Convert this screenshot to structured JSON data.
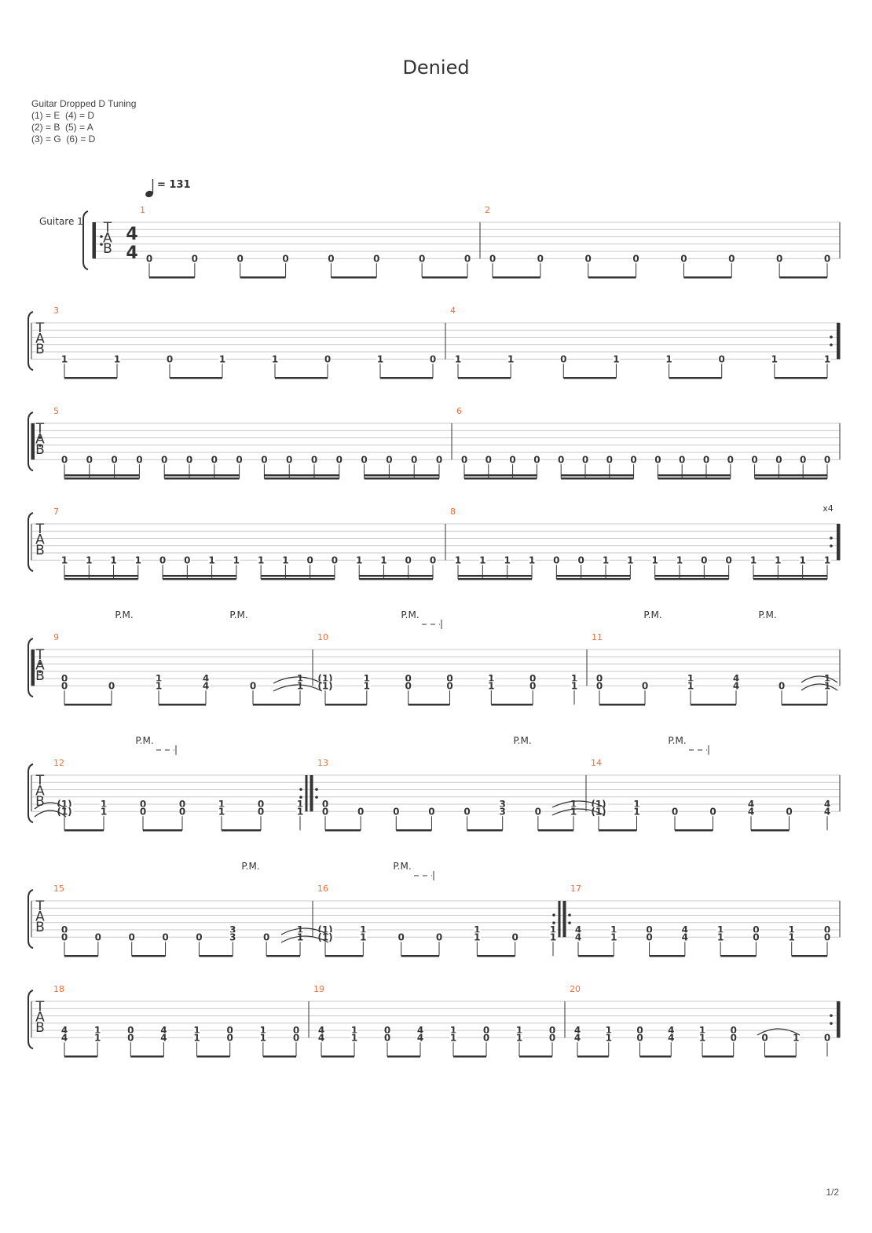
{
  "title": "Denied",
  "tuning": {
    "name": "Guitar Dropped D Tuning",
    "lines": [
      "(1) = E  (4) = D",
      "(2) = B  (5) = A",
      "(3) = G  (6) = D"
    ]
  },
  "tempo": "= 131",
  "track_name": "Guitare 1",
  "time_signature": {
    "num": "4",
    "den": "4"
  },
  "clef_letters": [
    "T",
    "A",
    "B"
  ],
  "page_number": "1/2",
  "measures": [
    {
      "num": "1",
      "notes": [
        {
          "s": 6,
          "f": "0"
        },
        {
          "s": 6,
          "f": "0"
        },
        {
          "s": 6,
          "f": "0"
        },
        {
          "s": 6,
          "f": "0"
        },
        {
          "s": 6,
          "f": "0"
        },
        {
          "s": 6,
          "f": "0"
        },
        {
          "s": 6,
          "f": "0"
        },
        {
          "s": 6,
          "f": "0"
        }
      ]
    },
    {
      "num": "2",
      "notes": [
        {
          "s": 6,
          "f": "0"
        },
        {
          "s": 6,
          "f": "0"
        },
        {
          "s": 6,
          "f": "0"
        },
        {
          "s": 6,
          "f": "0"
        },
        {
          "s": 6,
          "f": "0"
        },
        {
          "s": 6,
          "f": "0"
        },
        {
          "s": 6,
          "f": "0"
        },
        {
          "s": 6,
          "f": "0"
        }
      ]
    },
    {
      "num": "3",
      "notes": [
        "1",
        "1",
        "0",
        "1",
        "1",
        "0",
        "1",
        "0"
      ]
    },
    {
      "num": "4",
      "notes": [
        "1",
        "1",
        "0",
        "1",
        "1",
        "0",
        "1",
        "1"
      ]
    },
    {
      "num": "5",
      "notes": [
        "0",
        "0",
        "0",
        "0",
        "0",
        "0",
        "0",
        "0",
        "0",
        "0",
        "0",
        "0",
        "0",
        "0",
        "0",
        "0"
      ]
    },
    {
      "num": "6",
      "notes": [
        "0",
        "0",
        "0",
        "0",
        "0",
        "0",
        "0",
        "0",
        "0",
        "0",
        "0",
        "0",
        "0",
        "0",
        "0",
        "0"
      ]
    },
    {
      "num": "7",
      "notes": [
        "1",
        "1",
        "1",
        "1",
        "0",
        "0",
        "1",
        "1",
        "1",
        "1",
        "0",
        "0",
        "1",
        "1",
        "0",
        "0"
      ]
    },
    {
      "num": "8",
      "notes": [
        "1",
        "1",
        "1",
        "1",
        "0",
        "0",
        "1",
        "1",
        "1",
        "1",
        "0",
        "0",
        "1",
        "1",
        "1",
        "1"
      ]
    },
    {
      "num": "9",
      "notes": [
        "0/0",
        "0",
        "1/1",
        "4/4",
        "0",
        "1/1"
      ]
    },
    {
      "num": "10",
      "notes": [
        "(1)/(1)",
        "1/1",
        "0/0",
        "0/0",
        "1/1",
        "0/0",
        "1/1"
      ]
    },
    {
      "num": "11",
      "notes": [
        "0/0",
        "0",
        "1/1",
        "4/4",
        "0",
        "1/1"
      ]
    },
    {
      "num": "12",
      "notes": [
        "(1)/(1)",
        "1/1",
        "0/0",
        "0/0",
        "1/1",
        "0/0",
        "1/1"
      ]
    },
    {
      "num": "13",
      "notes": [
        "0/0",
        "0",
        "0",
        "0",
        "0",
        "3/3",
        "0",
        "1/1"
      ]
    },
    {
      "num": "14",
      "notes": [
        "(1)/(1)",
        "1/1",
        "0",
        "0",
        "4/4",
        "0",
        "4/4"
      ]
    },
    {
      "num": "15",
      "notes": [
        "0/0",
        "0",
        "0",
        "0",
        "0",
        "3/3",
        "0",
        "1/1"
      ]
    },
    {
      "num": "16",
      "notes": [
        "(1)/(1)",
        "1/1",
        "0",
        "0",
        "1/1",
        "0",
        "1/1"
      ]
    },
    {
      "num": "17",
      "notes": [
        "4/4",
        "1/1",
        "0/0",
        "4/4",
        "1/1",
        "0/0",
        "1/1",
        "0/0"
      ]
    },
    {
      "num": "18",
      "notes": [
        "4/4",
        "1/1",
        "0/0",
        "4/4",
        "1/1",
        "0/0",
        "1/1",
        "0/0"
      ]
    },
    {
      "num": "19",
      "notes": [
        "4/4",
        "1/1",
        "0/0",
        "4/4",
        "1/1",
        "0/0",
        "1/1",
        "0/0"
      ]
    },
    {
      "num": "20",
      "notes": [
        "4/4",
        "1/1",
        "0/0",
        "4/4",
        "1/1",
        "0/0",
        "0",
        "1",
        "0"
      ]
    }
  ],
  "repeat_count": "x4",
  "palm_mute_label": "P.M.",
  "colors": {
    "measure_number": "#e8703a",
    "staff_line": "#c8c8c8",
    "ink": "#333333"
  }
}
